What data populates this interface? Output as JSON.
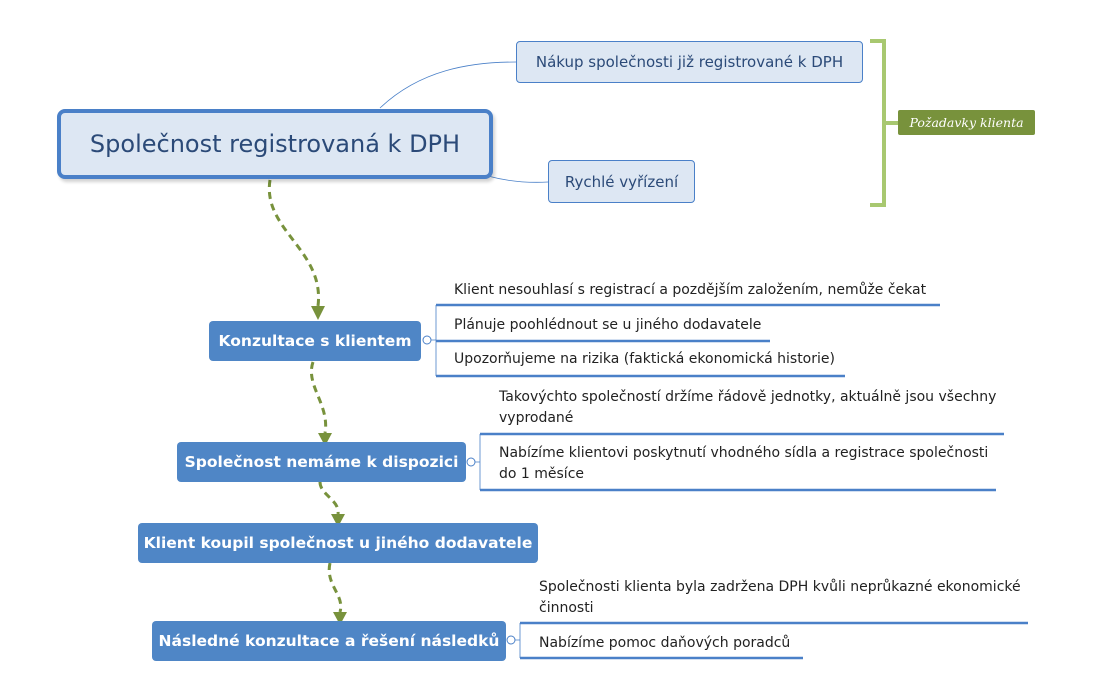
{
  "root": {
    "label": "Společnost registrovaná k DPH"
  },
  "requirements": {
    "items": [
      {
        "label": "Nákup společnosti již registrované k DPH"
      },
      {
        "label": "Rychlé vyřízení"
      }
    ],
    "boundary_label": "Požadavky klienta"
  },
  "steps": [
    {
      "label": "Konzultace s klientem",
      "topics": [
        "Klient nesouhlasí s registrací a pozdějším založením, nemůže čekat",
        "Plánuje poohlédnout se u jiného dodavatele",
        "Upozorňujeme na rizika (faktická ekonomická historie)"
      ]
    },
    {
      "label": "Společnost nemáme k dispozici",
      "topics": [
        {
          "line1": "Takovýchto společností držíme řádově jednotky, aktuálně jsou všechny",
          "line2": "vyprodané"
        },
        {
          "line1": "Nabízíme klientovi poskytnutí vhodného sídla a registrace společnosti",
          "line2": "do 1 měsíce"
        }
      ]
    },
    {
      "label": "Klient koupil společnost u jiného dodavatele"
    },
    {
      "label": "Následné konzultace a řešení následků",
      "topics": [
        {
          "line1": "Společnosti klienta byla zadržena DPH kvůli neprůkazné ekonomické",
          "line2": "činnosti"
        },
        "Nabízíme pomoc daňových poradců"
      ]
    }
  ],
  "colors": {
    "root_fill": "#dde7f3",
    "node_border": "#4a80c8",
    "main_fill": "#4f86c6",
    "arrow": "#78923c",
    "boundary": "#a8c870",
    "label_fill": "#78923c",
    "topic_underline": "#4a80c8"
  }
}
